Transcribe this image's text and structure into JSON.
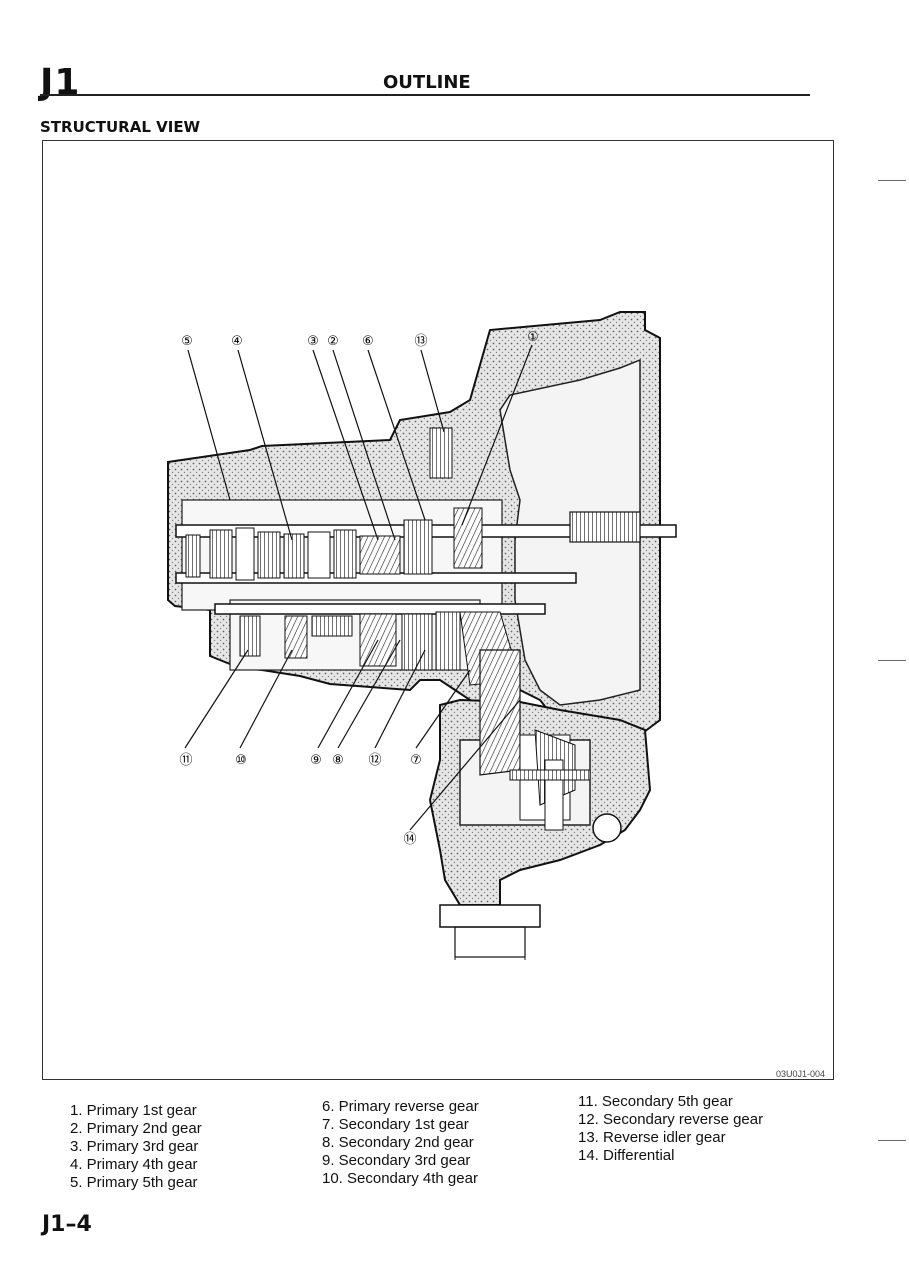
{
  "header": {
    "section_code": "J1",
    "title": "OUTLINE"
  },
  "section_heading": "STRUCTURAL VIEW",
  "figure": {
    "code": "03U0J1-004",
    "callouts": [
      "⑤",
      "④",
      "③",
      "②",
      "⑥",
      "⑬",
      "①",
      "⑪",
      "⑩",
      "⑨",
      "⑧",
      "⑫",
      "⑦",
      "⑭"
    ]
  },
  "legend": {
    "column1": [
      "1. Primary 1st gear",
      "2. Primary 2nd gear",
      "3. Primary 3rd gear",
      "4. Primary 4th gear",
      "5. Primary 5th gear"
    ],
    "column2": [
      "6. Primary reverse gear",
      "7. Secondary 1st gear",
      "8. Secondary 2nd gear",
      "9. Secondary 3rd gear",
      "10. Secondary 4th gear"
    ],
    "column3": [
      "11. Secondary 5th gear",
      "12. Secondary reverse gear",
      "13. Reverse idler gear",
      "14. Differential"
    ]
  },
  "footer": {
    "page_number": "J1–4"
  },
  "colors": {
    "ink": "#111111",
    "casing_fill": "#d8d8d8"
  }
}
